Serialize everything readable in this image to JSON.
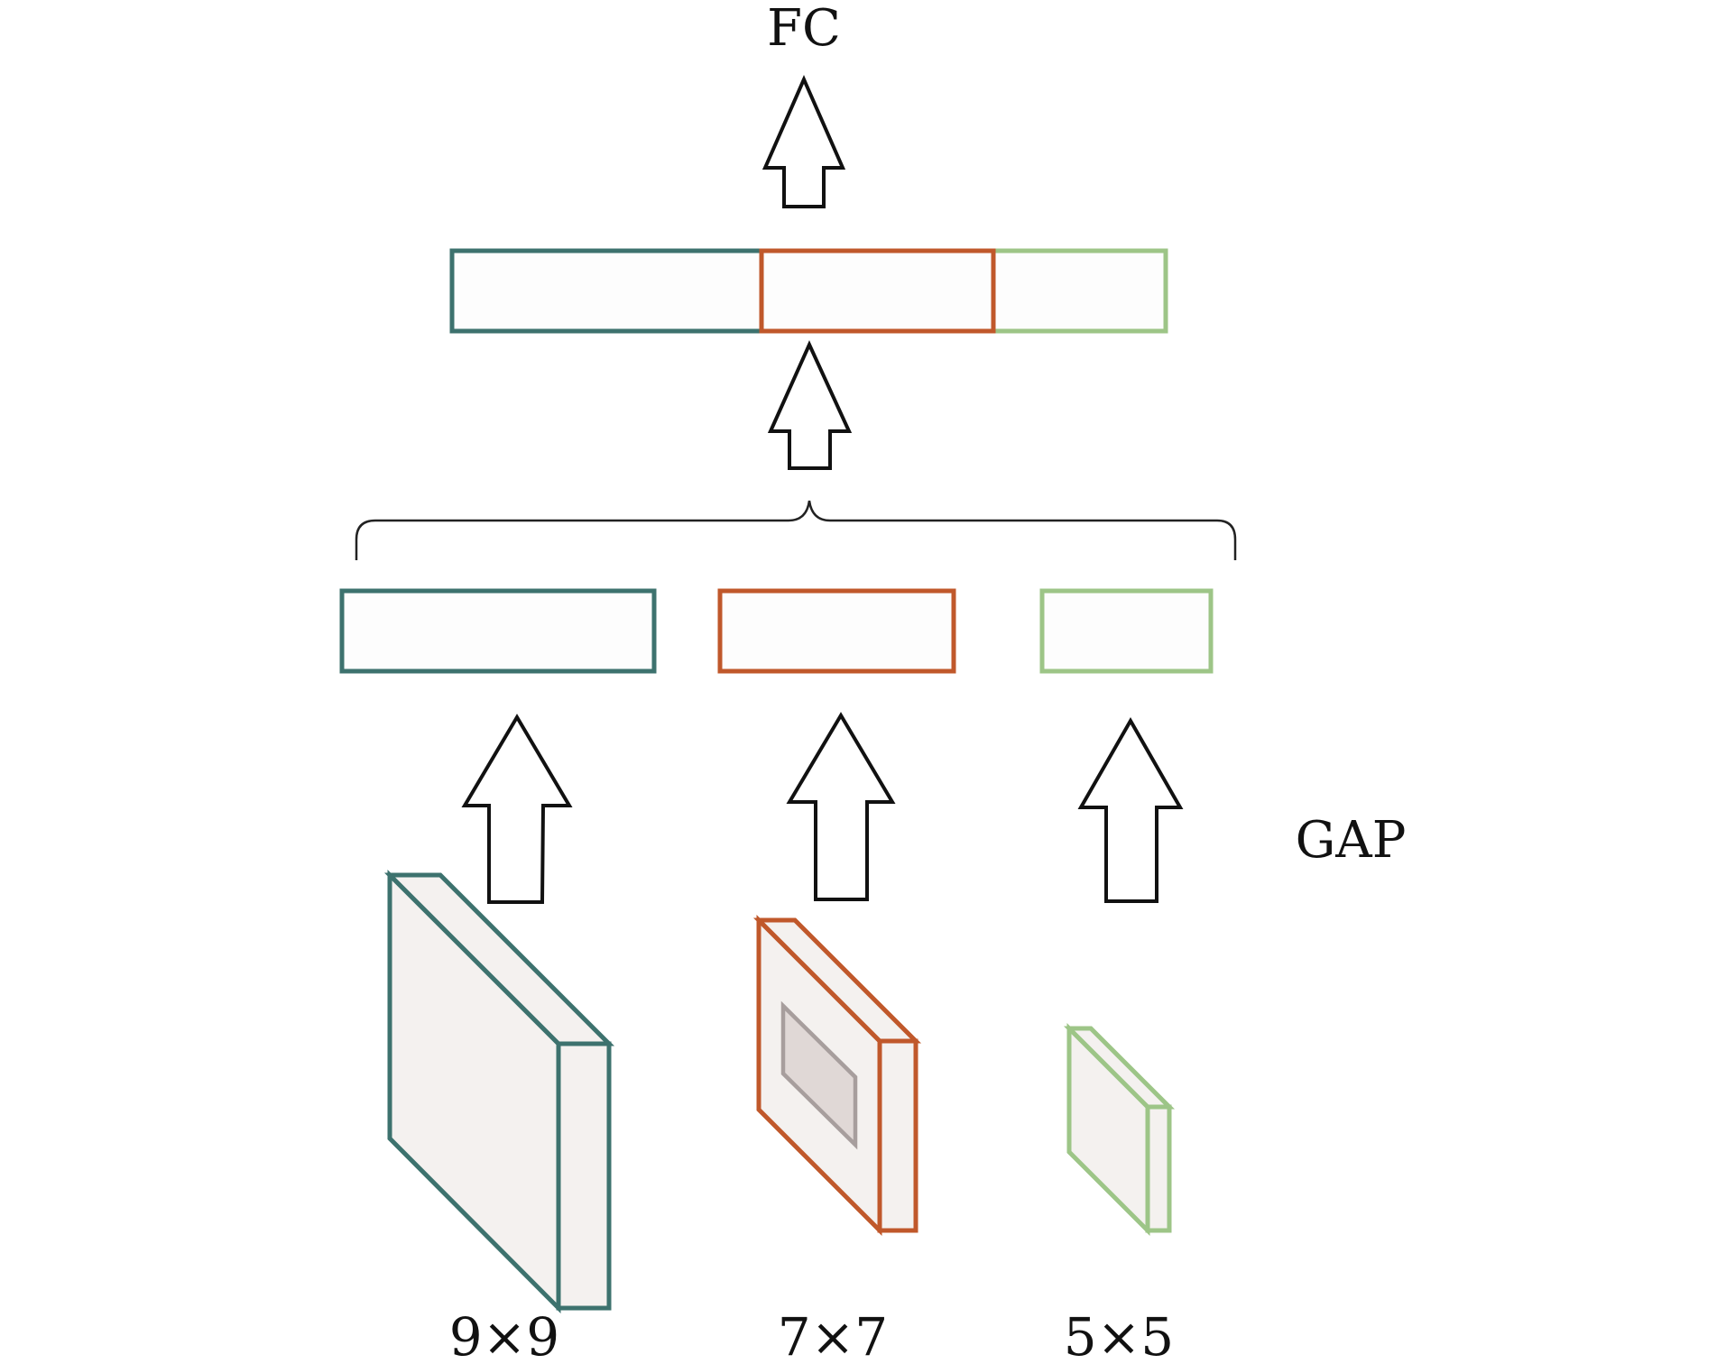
{
  "labels": {
    "top": "FC",
    "side": "GAP",
    "dims": [
      "9×9",
      "7×7",
      "5×5"
    ]
  },
  "colors": {
    "teal": "#3d726e",
    "orange": "#c0582b",
    "green": "#9dc587",
    "inner": "#a79e9d",
    "inner_fill": "#e0d8d6",
    "stroke": "#111111"
  },
  "structure": {
    "branches": [
      "9×9 kernel feature map",
      "7×7 kernel feature map",
      "5×5 kernel feature map"
    ],
    "concatenated_segments": 3
  }
}
